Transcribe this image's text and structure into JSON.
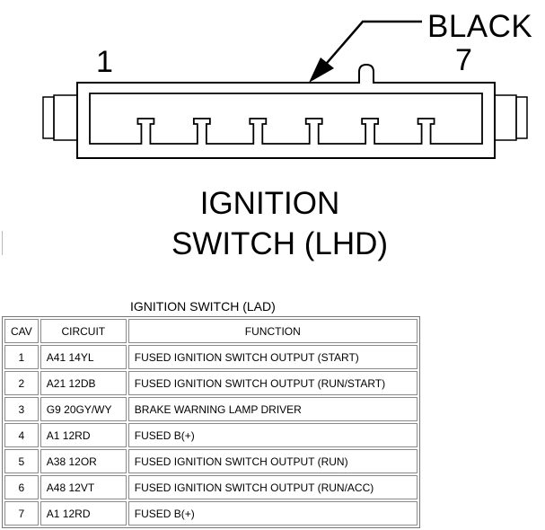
{
  "connector": {
    "pin_first_label": "1",
    "pin_last_label": "7",
    "color_label": "BLACK",
    "caption_line1": "IGNITION",
    "caption_line2": "SWITCH (LHD)"
  },
  "table": {
    "title": "IGNITION SWITCH (LAD)",
    "headers": [
      "CAV",
      "CIRCUIT",
      "FUNCTION"
    ],
    "rows": [
      {
        "cav": "1",
        "circuit": "A41 14YL",
        "function": "FUSED IGNITION SWITCH OUTPUT (START)"
      },
      {
        "cav": "2",
        "circuit": "A21 12DB",
        "function": "FUSED IGNITION SWITCH OUTPUT (RUN/START)"
      },
      {
        "cav": "3",
        "circuit": "G9 20GY/WY",
        "function": "BRAKE WARNING LAMP DRIVER"
      },
      {
        "cav": "4",
        "circuit": "A1 12RD",
        "function": "FUSED B(+)"
      },
      {
        "cav": "5",
        "circuit": "A38 12OR",
        "function": "FUSED IGNITION SWITCH OUTPUT (RUN)"
      },
      {
        "cav": "6",
        "circuit": "A48 12VT",
        "function": "FUSED IGNITION SWITCH OUTPUT (RUN/ACC)"
      },
      {
        "cav": "7",
        "circuit": "A1 12RD",
        "function": "FUSED B(+)"
      }
    ]
  }
}
